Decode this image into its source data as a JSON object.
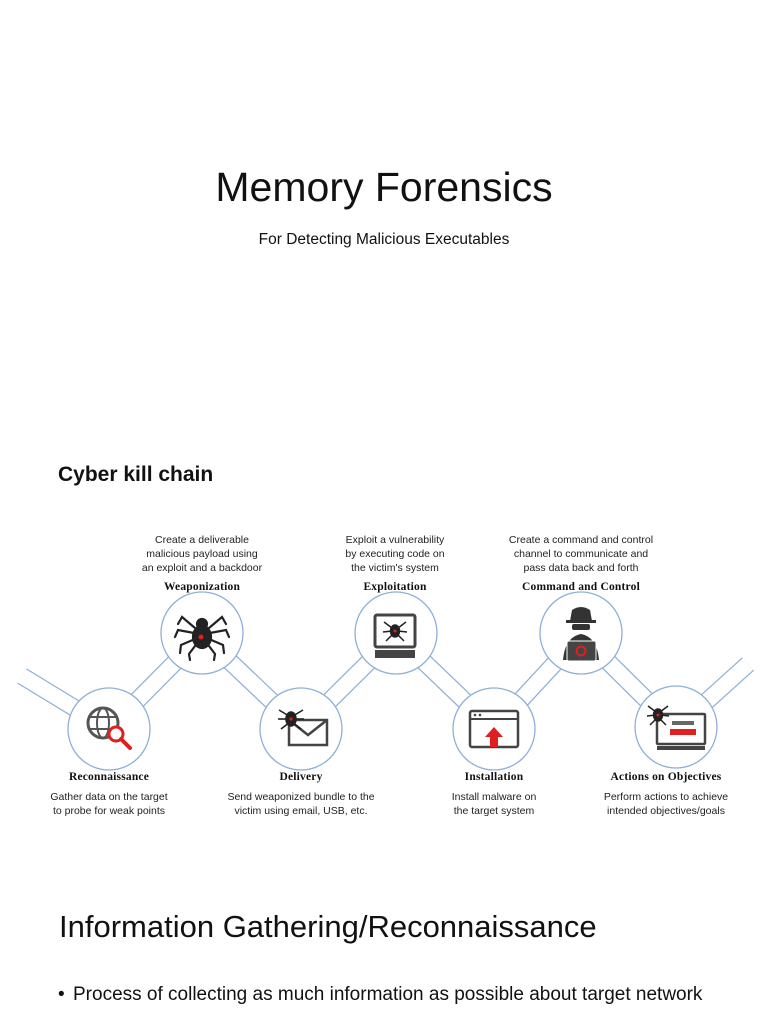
{
  "slide1": {
    "title": "Memory Forensics",
    "subtitle": "For Detecting Malicious Executables"
  },
  "slide2": {
    "heading": "Cyber kill chain",
    "stages": [
      {
        "name": "Reconnaissance",
        "desc": [
          "Gather data on the target",
          "to probe for weak points"
        ],
        "icon": "globe-magnifier-icon"
      },
      {
        "name": "Weaponization",
        "desc": [
          "Create a deliverable",
          "malicious payload using",
          "an exploit and a backdoor"
        ],
        "icon": "spider-icon"
      },
      {
        "name": "Delivery",
        "desc": [
          "Send weaponized bundle to the",
          "victim using email, USB, etc."
        ],
        "icon": "spider-envelope-icon"
      },
      {
        "name": "Exploitation",
        "desc": [
          "Exploit a vulnerability",
          "by executing code on",
          "the victim's system"
        ],
        "icon": "infected-computer-icon"
      },
      {
        "name": "Installation",
        "desc": [
          "Install malware on",
          "the target system"
        ],
        "icon": "browser-upload-icon"
      },
      {
        "name": "Command and Control",
        "desc": [
          "Create a command and control",
          "channel to communicate and",
          "pass data back and forth"
        ],
        "icon": "hacker-icon"
      },
      {
        "name": "Actions on Objectives",
        "desc": [
          "Perform actions to achieve",
          "intended objectives/goals"
        ],
        "icon": "spider-monitor-icon"
      }
    ]
  },
  "slide3": {
    "title": "Information Gathering/Reconnaissance",
    "bullets": [
      "Process of collecting as much information as possible about target network"
    ]
  },
  "colors": {
    "circle_border": "#8fb0d6",
    "rail": "#8fb0d6",
    "icon_dark": "#333333",
    "accent_red": "#e02020"
  }
}
